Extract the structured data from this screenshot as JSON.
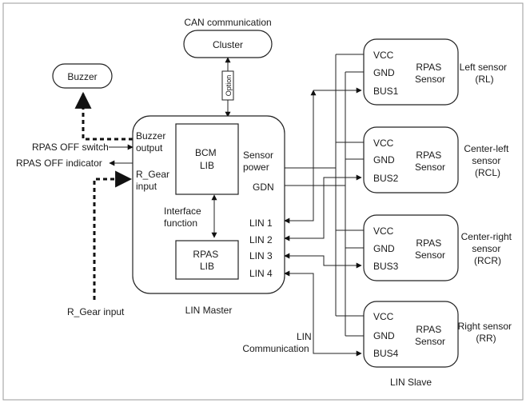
{
  "top": {
    "can_label": "CAN communication",
    "cluster": "Cluster",
    "option": "Option"
  },
  "buzzer": "Buzzer",
  "left_signals": {
    "rpas_off_switch": "RPAS OFF switch",
    "rpas_off_indicator": "RPAS OFF indicator",
    "r_gear_input": "R_Gear input"
  },
  "master": {
    "buzzer_output": [
      "Buzzer",
      "output"
    ],
    "r_gear_input": [
      "R_Gear",
      "input"
    ],
    "bcm_lib": [
      "BCM",
      "LIB"
    ],
    "interface_function": [
      "Interface",
      "function"
    ],
    "rpas_lib": [
      "RPAS",
      "LIB"
    ],
    "sensor_power": [
      "Sensor",
      "power"
    ],
    "gdn": "GDN",
    "lin_ports": [
      "LIN 1",
      "LIN 2",
      "LIN 3",
      "LIN 4"
    ],
    "caption": "LIN Master"
  },
  "lin_communication": [
    "LIN",
    "Communication"
  ],
  "sensor_pins": {
    "vcc": "VCC",
    "gnd": "GND",
    "rpas": "RPAS",
    "sensor": "Sensor"
  },
  "sensors": [
    {
      "bus": "BUS1",
      "name_lines": [
        "Left sensor",
        "(RL)"
      ]
    },
    {
      "bus": "BUS2",
      "name_lines": [
        "Center-left",
        "sensor",
        "(RCL)"
      ]
    },
    {
      "bus": "BUS3",
      "name_lines": [
        "Center-right",
        "sensor",
        "(RCR)"
      ]
    },
    {
      "bus": "BUS4",
      "name_lines": [
        "Right sensor",
        "(RR)"
      ]
    }
  ],
  "lin_slave_caption": "LIN Slave"
}
